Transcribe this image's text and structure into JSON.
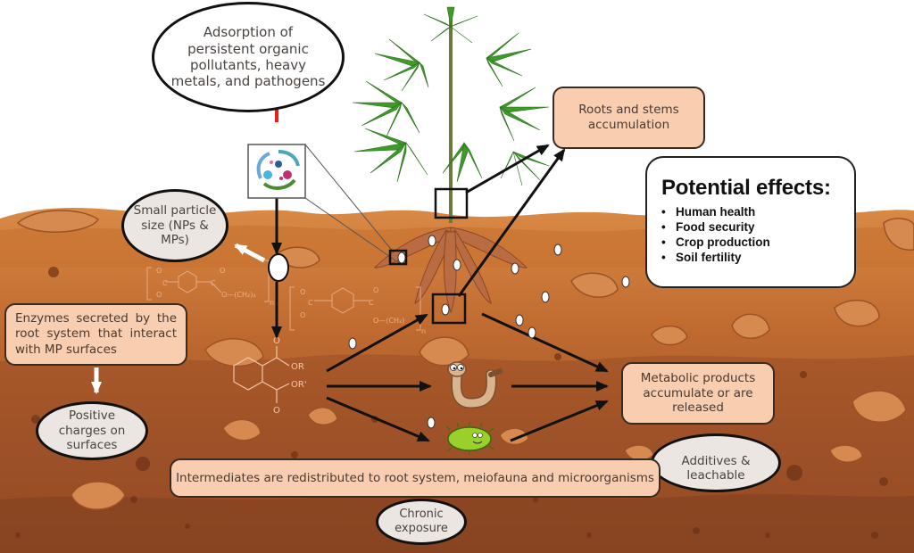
{
  "diagram": {
    "title": "Microplastic interactions in soil–plant system",
    "colors": {
      "soil_light": "#d9853f",
      "soil_mid": "#b8652c",
      "soil_dark": "#8a4421",
      "box_fill": "#f8cdb0",
      "ellipse_fill": "#ece6e2",
      "leaf_green": "#3f9a2c",
      "red_arrow": "#e8201a",
      "arrow": "#111111"
    },
    "callouts": {
      "adsorption": "Adsorption of persistent organic pollutants, heavy metals, and pathogens",
      "small_particle": "Small particle size (NPs & MPs)",
      "roots_stems": "Roots and stems accumulation",
      "enzymes": "Enzymes secreted by the root system that interact with MP surfaces",
      "positive_charges": "Positive charges on surfaces",
      "metabolic_products": "Metabolic products accumulate or are released",
      "additives": "Additives & leachable",
      "intermediates": "Intermediates are redistributed to root system, meiofauna and microorganisms",
      "chronic": "Chronic exposure"
    },
    "effects": {
      "title": "Potential effects:",
      "items": [
        "Human health",
        "Food security",
        "Crop production",
        "Soil fertility"
      ]
    },
    "chemistry": {
      "pet_unit_1": [
        "O",
        "C",
        "O",
        "C",
        "O",
        "O—(CH₂)₄",
        "n"
      ],
      "pet_unit_2": [
        "O",
        "C",
        "O",
        "C",
        "O",
        "O—(CH₂)",
        "n"
      ],
      "phthalate": [
        "O",
        "OR",
        "OR'",
        "O"
      ]
    },
    "icons": {
      "pathogen_cycle": "pathogen-cycle-icon",
      "microplastic": "microplastic-particle-icon",
      "worm": "earthworm-icon",
      "bacterium": "bacterium-icon",
      "plant": "cassava-plant-icon"
    }
  }
}
